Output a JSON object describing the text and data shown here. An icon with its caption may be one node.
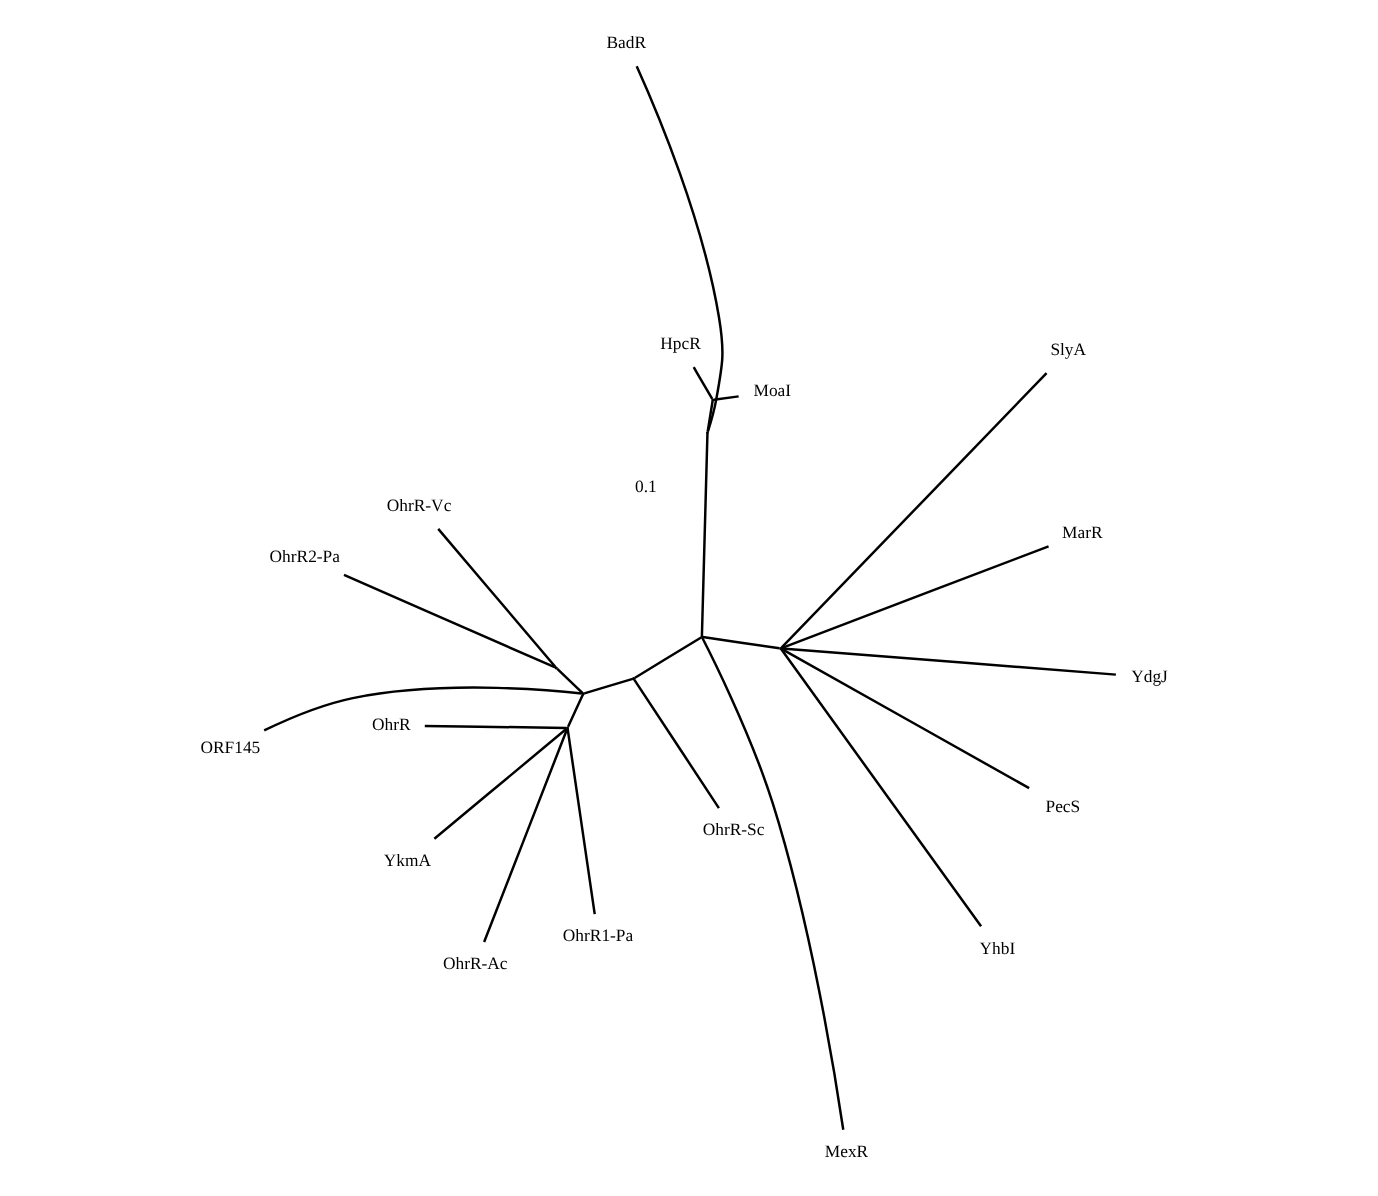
{
  "diagram": {
    "nodes": [
      {
        "text": [
          "ORF145"
        ]
      },
      {
        "text": [
          "OhrR1-Pa"
        ]
      },
      {
        "text": [
          "YkmA"
        ]
      },
      {
        "text": [
          "OhrR-Vc"
        ]
      },
      {
        "text": [
          "OhrR-Ac"
        ]
      },
      {
        "text": [
          "OhrR2-Pa"
        ]
      },
      {
        "text": [
          "OhrR"
        ]
      },
      {
        "text": [
          "OhrR-Sc"
        ]
      },
      {
        "text": [
          "MexR"
        ]
      },
      {
        "text": [
          "HpcR"
        ]
      },
      {
        "text": [
          "MoaI"
        ]
      },
      {
        "text": [
          "BadR"
        ]
      },
      {
        "text": [
          "YdgJ"
        ]
      },
      {
        "text": [
          "MarR"
        ]
      },
      {
        "text": [
          "SlyA"
        ]
      },
      {
        "text": [
          "YhbI"
        ]
      },
      {
        "text": [
          "PecS"
        ]
      },
      {
        "text": [],
        "shape": "point"
      },
      {
        "text": [],
        "shape": "point"
      },
      {
        "text": [],
        "shape": "point"
      },
      {
        "text": [],
        "shape": "point"
      },
      {
        "text": [],
        "shape": "point"
      },
      {
        "text": [],
        "shape": "point"
      },
      {
        "text": [],
        "shape": "point"
      },
      {
        "text": [],
        "shape": "point"
      }
    ],
    "edges": [
      {
        "from": 17,
        "to": 1,
        "arrow": "none"
      },
      {
        "from": 17,
        "to": 2,
        "arrow": "none"
      },
      {
        "from": 17,
        "to": 4,
        "arrow": "none"
      },
      {
        "from": 17,
        "to": 6,
        "arrow": "none"
      },
      {
        "from": 18,
        "to": 17,
        "arrow": "none"
      },
      {
        "from": 18,
        "to": 0,
        "arrow": "none"
      },
      {
        "from": 18,
        "to": 19,
        "arrow": "none"
      },
      {
        "from": 19,
        "to": 3,
        "arrow": "none"
      },
      {
        "from": 19,
        "to": 5,
        "arrow": "none"
      },
      {
        "from": 20,
        "to": 18,
        "arrow": "none"
      },
      {
        "from": 20,
        "to": 7,
        "arrow": "none"
      },
      {
        "from": 21,
        "to": 20,
        "arrow": "none"
      },
      {
        "from": 21,
        "to": 8,
        "arrow": "none"
      },
      {
        "from": 21,
        "to": 22,
        "arrow": "none"
      },
      {
        "from": 22,
        "to": 23,
        "arrow": "none"
      },
      {
        "from": 23,
        "to": 9,
        "arrow": "none"
      },
      {
        "from": 23,
        "to": 10,
        "arrow": "none"
      },
      {
        "from": 22,
        "to": 11,
        "arrow": "none"
      },
      {
        "from": 21,
        "to": 24,
        "arrow": "none"
      },
      {
        "from": 24,
        "to": 12,
        "arrow": "none"
      },
      {
        "from": 24,
        "to": 14,
        "arrow": "none"
      },
      {
        "from": 24,
        "to": 15,
        "arrow": "none"
      },
      {
        "from": 24,
        "to": 16,
        "arrow": "none"
      },
      {
        "from": 24,
        "to": 13,
        "arrow": "none"
      }
    ],
    "labels": [
      "0.1"
    ]
  }
}
